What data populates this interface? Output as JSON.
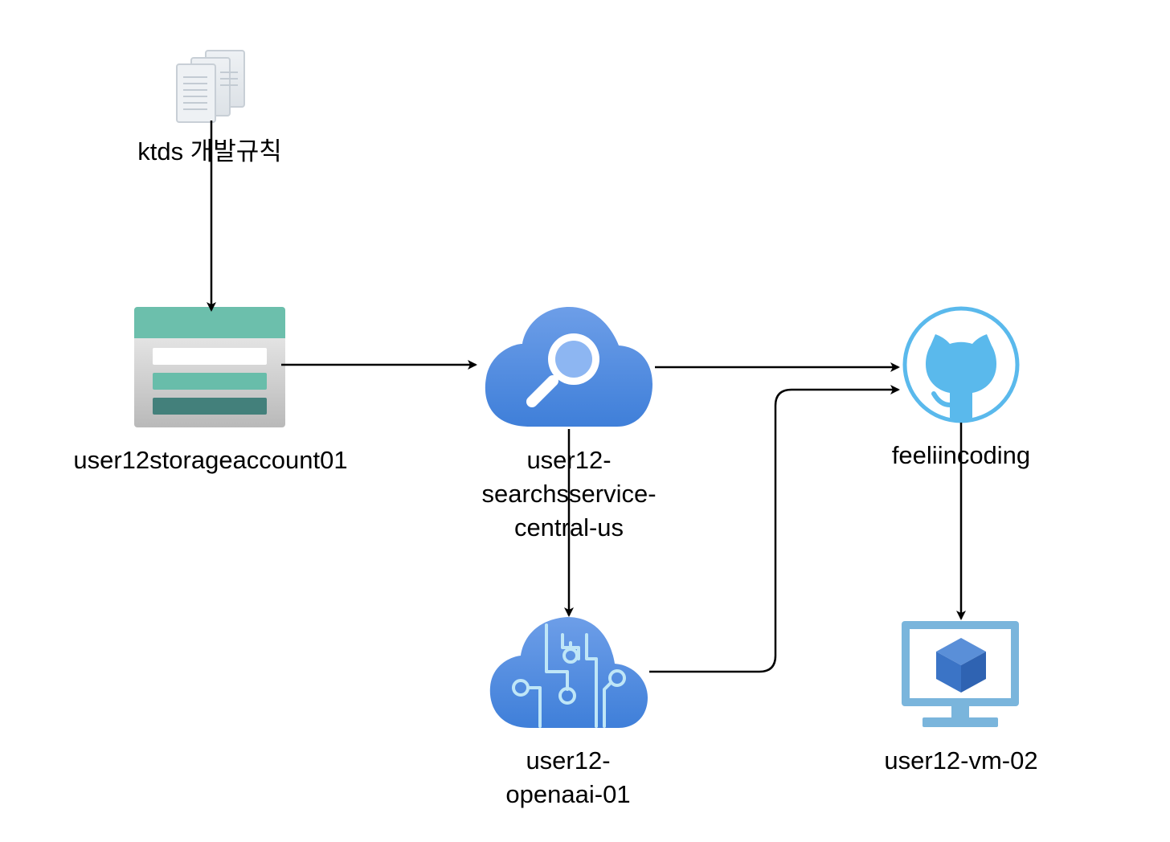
{
  "diagram": {
    "nodes": {
      "docs": {
        "label": "ktds 개발규칙",
        "icon": "documents-icon",
        "color": "#c3cbd3"
      },
      "storage": {
        "label": "user12storageaccount01",
        "icon": "storage-account-icon",
        "colors": {
          "header": "#6cbfac",
          "bar": "#68bdaa",
          "dark": "#43807b",
          "body": "#cfd2d2"
        }
      },
      "search": {
        "label_lines": [
          "user12-",
          "searchsservice-",
          "central-us"
        ],
        "icon": "search-service-icon",
        "color": "#4a86df"
      },
      "github": {
        "label": "feeliincoding",
        "icon": "github-icon",
        "color": "#5ab9ec"
      },
      "openai": {
        "label_lines": [
          "user12-",
          "openaai-01"
        ],
        "icon": "openai-service-icon",
        "color": "#4a86df"
      },
      "vm": {
        "label": "user12-vm-02",
        "icon": "virtual-machine-icon",
        "colors": {
          "screen": "#7ab5dc",
          "cube": "#3b74c6"
        }
      }
    },
    "edges": [
      {
        "from": "docs",
        "to": "storage"
      },
      {
        "from": "storage",
        "to": "search"
      },
      {
        "from": "search",
        "to": "github"
      },
      {
        "from": "search",
        "to": "openai"
      },
      {
        "from": "openai",
        "to": "github"
      },
      {
        "from": "github",
        "to": "vm"
      }
    ]
  }
}
